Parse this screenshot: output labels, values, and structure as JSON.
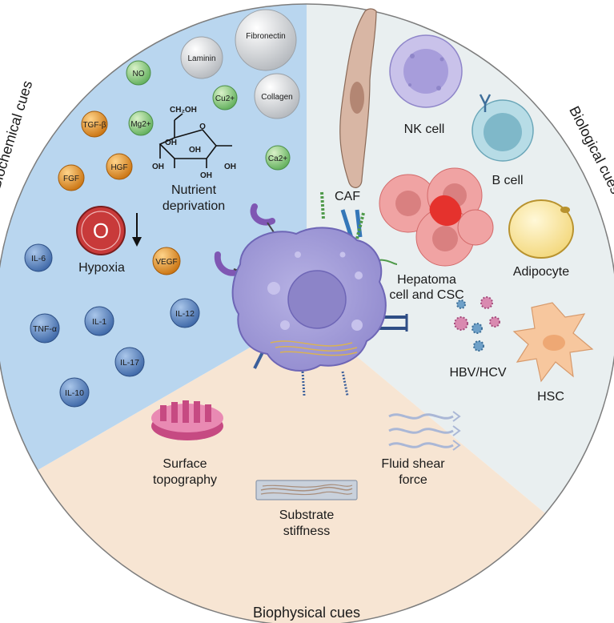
{
  "sections": {
    "biochemical": {
      "title": "Biochemical cues"
    },
    "biological": {
      "title": "Biological cues"
    },
    "biophysical": {
      "title": "Biophysical cues"
    }
  },
  "colors": {
    "biochemical_bg": "#b9d6ef",
    "biological_bg": "#e9eff0",
    "biophysical_bg": "#f7e5d3",
    "central_cell": "#a7a2d8"
  },
  "biochemical": {
    "ecm": [
      "Laminin",
      "Fibronectin",
      "Collagen"
    ],
    "ions": [
      "NO",
      "Cu2+",
      "Mg2+",
      "Ca2+"
    ],
    "growth_factors": [
      "TGF-β",
      "FGF",
      "HGF",
      "VEGF"
    ],
    "cytokines": [
      "IL-6",
      "TNF-α",
      "IL-1",
      "IL-12",
      "IL-17",
      "IL-10"
    ],
    "glucose": {
      "ch2oh": "CH₂OH",
      "oh": "OH",
      "ring_o": "O"
    },
    "nutrient_label": [
      "Nutrient",
      "deprivation"
    ],
    "oxygen_symbol": "O",
    "hypoxia_label": "Hypoxia"
  },
  "biological": {
    "caf": "CAF",
    "nk": "NK cell",
    "b": "B cell",
    "hepatoma": [
      "Hepatoma",
      "cell and CSC"
    ],
    "adipocyte": "Adipocyte",
    "virus": "HBV/HCV",
    "hsc": "HSC"
  },
  "biophysical": {
    "surface": [
      "Surface",
      "topography"
    ],
    "fluid": [
      "Fluid shear",
      "force"
    ],
    "substrate": [
      "Substrate",
      "stiffness"
    ]
  }
}
